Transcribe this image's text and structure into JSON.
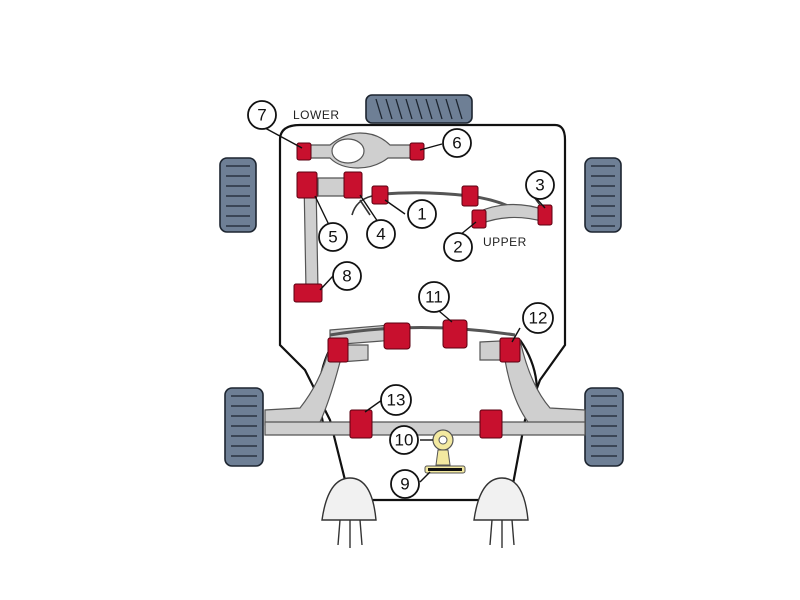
{
  "labels": {
    "lower": "LOWER",
    "upper": "UPPER"
  },
  "callouts": [
    {
      "id": "1",
      "text": "1"
    },
    {
      "id": "2",
      "text": "2"
    },
    {
      "id": "3",
      "text": "3"
    },
    {
      "id": "4",
      "text": "4"
    },
    {
      "id": "5",
      "text": "5"
    },
    {
      "id": "6",
      "text": "6"
    },
    {
      "id": "7",
      "text": "7"
    },
    {
      "id": "8",
      "text": "8"
    },
    {
      "id": "9",
      "text": "9"
    },
    {
      "id": "10",
      "text": "10"
    },
    {
      "id": "11",
      "text": "11"
    },
    {
      "id": "12",
      "text": "12"
    },
    {
      "id": "13",
      "text": "13"
    }
  ],
  "colors": {
    "bush": "#c8102e",
    "steel": "#cfcfcf",
    "tyre": "#6e7f95",
    "highlight": "#f3e9a0"
  }
}
